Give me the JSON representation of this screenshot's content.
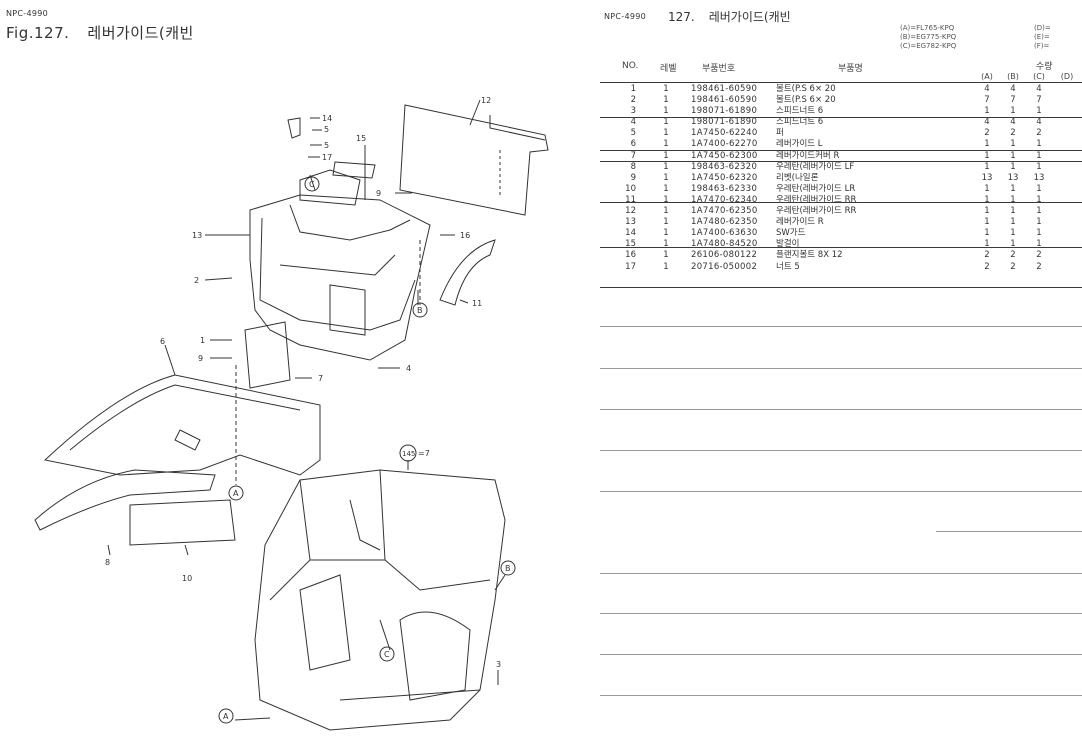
{
  "left_page": {
    "doc_code": "NPC-4990",
    "fig_label": "Fig.127.",
    "fig_title": "레버가이드(캐빈",
    "callouts": [
      "12",
      "14",
      "5",
      "5",
      "17",
      "15",
      "C",
      "9",
      "13",
      "16",
      "2",
      "B",
      "11",
      "1",
      "6",
      "9",
      "7",
      "4",
      "A",
      "8",
      "10",
      "145",
      "=7",
      "B",
      "C",
      "3",
      "A"
    ]
  },
  "right_page": {
    "doc_code": "NPC-4990",
    "fig_no": "127.",
    "title": "레버가이드(캐빈",
    "models": {
      "left_col": [
        "(A)=FL765-KPQ",
        "(B)=EG775-KPQ",
        "(C)=EG782-KPQ"
      ],
      "right_col": [
        "(D)=",
        "(E)=",
        "(F)="
      ]
    },
    "headers": {
      "no": "NO.",
      "level": "레벨",
      "part_no": "부품번호",
      "part_name": "부품명",
      "qty": "수량",
      "qty_cols": [
        "(A)",
        "(B)",
        "(C)",
        "(D)"
      ]
    },
    "rows": [
      {
        "no": "1",
        "lv": "1",
        "pn": "198461-60590",
        "name": "볼트(P.S  6× 20",
        "a": "4",
        "b": "4",
        "c": "4",
        "d": ""
      },
      {
        "no": "2",
        "lv": "1",
        "pn": "198461-60590",
        "name": "볼트(P.S  6× 20",
        "a": "7",
        "b": "7",
        "c": "7",
        "d": ""
      },
      {
        "no": "3",
        "lv": "1",
        "pn": "198071-61890",
        "name": "스피드너트 6",
        "a": "1",
        "b": "1",
        "c": "1",
        "d": ""
      },
      {
        "no": "4",
        "lv": "1",
        "pn": "198071-61890",
        "name": "스피드너트 6",
        "a": "4",
        "b": "4",
        "c": "4",
        "d": ""
      },
      {
        "no": "5",
        "lv": "1",
        "pn": "1A7450-62240",
        "name": "퍼",
        "a": "2",
        "b": "2",
        "c": "2",
        "d": ""
      },
      {
        "no": "6",
        "lv": "1",
        "pn": "1A7400-62270",
        "name": "레버가이드 L",
        "a": "1",
        "b": "1",
        "c": "1",
        "d": ""
      },
      {
        "no": "7",
        "lv": "1",
        "pn": "1A7450-62300",
        "name": "레버가이드커버 R",
        "a": "1",
        "b": "1",
        "c": "1",
        "d": ""
      },
      {
        "no": "8",
        "lv": "1",
        "pn": "198463-62320",
        "name": "우레탄(레버가이드 LF",
        "a": "1",
        "b": "1",
        "c": "1",
        "d": ""
      },
      {
        "no": "9",
        "lv": "1",
        "pn": "1A7450-62320",
        "name": "리벳(나일론",
        "a": "13",
        "b": "13",
        "c": "13",
        "d": ""
      },
      {
        "no": "10",
        "lv": "1",
        "pn": "198463-62330",
        "name": "우레탄(레버가이드 LR",
        "a": "1",
        "b": "1",
        "c": "1",
        "d": ""
      },
      {
        "no": "11",
        "lv": "1",
        "pn": "1A7470-62340",
        "name": "우레탄(레버가이드 RR",
        "a": "1",
        "b": "1",
        "c": "1",
        "d": ""
      },
      {
        "no": "12",
        "lv": "1",
        "pn": "1A7470-62350",
        "name": "우레탄(레버가이드 RR",
        "a": "1",
        "b": "1",
        "c": "1",
        "d": ""
      },
      {
        "no": "13",
        "lv": "1",
        "pn": "1A7480-62350",
        "name": "레버가이드 R",
        "a": "1",
        "b": "1",
        "c": "1",
        "d": ""
      },
      {
        "no": "14",
        "lv": "1",
        "pn": "1A7400-63630",
        "name": "SW가드",
        "a": "1",
        "b": "1",
        "c": "1",
        "d": ""
      },
      {
        "no": "15",
        "lv": "1",
        "pn": "1A7480-84520",
        "name": "발걸이",
        "a": "1",
        "b": "1",
        "c": "1",
        "d": ""
      },
      {
        "no": "16",
        "lv": "1",
        "pn": "26106-080122",
        "name": "플랜지볼트 8X 12",
        "a": "2",
        "b": "2",
        "c": "2",
        "d": ""
      },
      {
        "no": "17",
        "lv": "1",
        "pn": "20716-050002",
        "name": "너트 5",
        "a": "2",
        "b": "2",
        "c": "2",
        "d": ""
      }
    ]
  }
}
